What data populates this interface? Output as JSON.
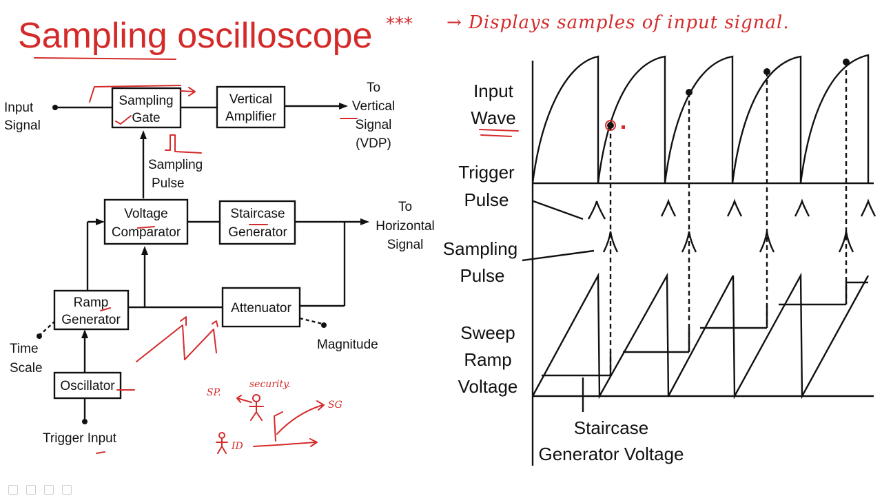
{
  "title": "Sampling oscilloscope",
  "title_mark": "***",
  "note": "→ Displays samples of input signal.",
  "blocks": {
    "sampling_gate": [
      "Sampling",
      "Gate"
    ],
    "vertical_amplifier": [
      "Vertical",
      "Amplifier"
    ],
    "voltage_comparator": [
      "Voltage",
      "Comparator"
    ],
    "staircase_generator": [
      "Staircase",
      "Generator"
    ],
    "ramp_generator": [
      "Ramp",
      "Generator"
    ],
    "attenuator": [
      "Attenuator"
    ],
    "oscillator": [
      "Oscillator"
    ]
  },
  "labels": {
    "input_signal": [
      "Input",
      "Signal"
    ],
    "to_vertical_signal": [
      "To",
      "Vertical",
      "Signal",
      "(VDP)"
    ],
    "sampling_pulse": [
      "Sampling",
      "Pulse"
    ],
    "to_horizontal_signal": [
      "To",
      "Horizontal",
      "Signal"
    ],
    "time_scale": [
      "Time",
      "Scale"
    ],
    "magnitude": "Magnitude",
    "trigger_input": "Trigger Input"
  },
  "waveform_labels": {
    "input_wave": [
      "Input",
      "Wave"
    ],
    "trigger_pulse": [
      "Trigger",
      "Pulse"
    ],
    "sampling_pulse": [
      "Sampling",
      "Pulse"
    ],
    "sweep_ramp_voltage": [
      "Sweep",
      "Ramp",
      "Voltage"
    ],
    "staircase_generator_voltage": [
      "Staircase",
      "Generator Voltage"
    ]
  },
  "annotations": {
    "sp": "SP.",
    "security": "security.",
    "sg": "SG",
    "id": "ID"
  },
  "colors": {
    "ink": "#d42a2a",
    "line": "#111111"
  }
}
